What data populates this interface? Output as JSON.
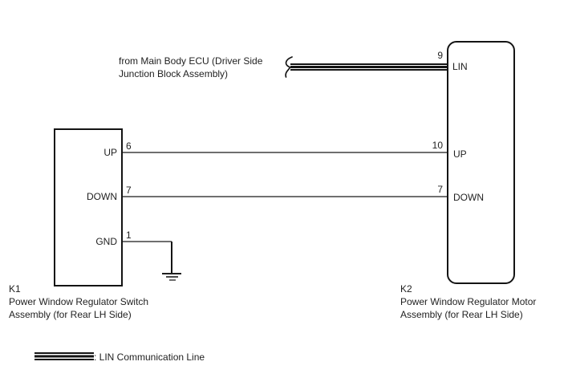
{
  "diagram": {
    "ecu_note": "from Main Body ECU (Driver Side\nJunction Block Assembly)",
    "colors": {
      "line_black": "#141414",
      "wire_gray": "#6f6f6f",
      "text": "#1f1f1f",
      "background": "#ffffff"
    },
    "k1": {
      "id": "K1",
      "caption": "Power Window Regulator Switch\nAssembly (for Rear LH Side)",
      "pins": [
        {
          "number": "6",
          "label": "UP"
        },
        {
          "number": "7",
          "label": "DOWN"
        },
        {
          "number": "1",
          "label": "GND"
        }
      ]
    },
    "k2": {
      "id": "K2",
      "caption": "Power Window Regulator Motor\nAssembly (for Rear LH Side)",
      "pins": [
        {
          "number": "9",
          "label": "LIN"
        },
        {
          "number": "10",
          "label": "UP"
        },
        {
          "number": "7",
          "label": "DOWN"
        }
      ]
    },
    "legend": {
      "label": ": LIN Communication Line",
      "symbol": "lin-triple-line"
    }
  }
}
